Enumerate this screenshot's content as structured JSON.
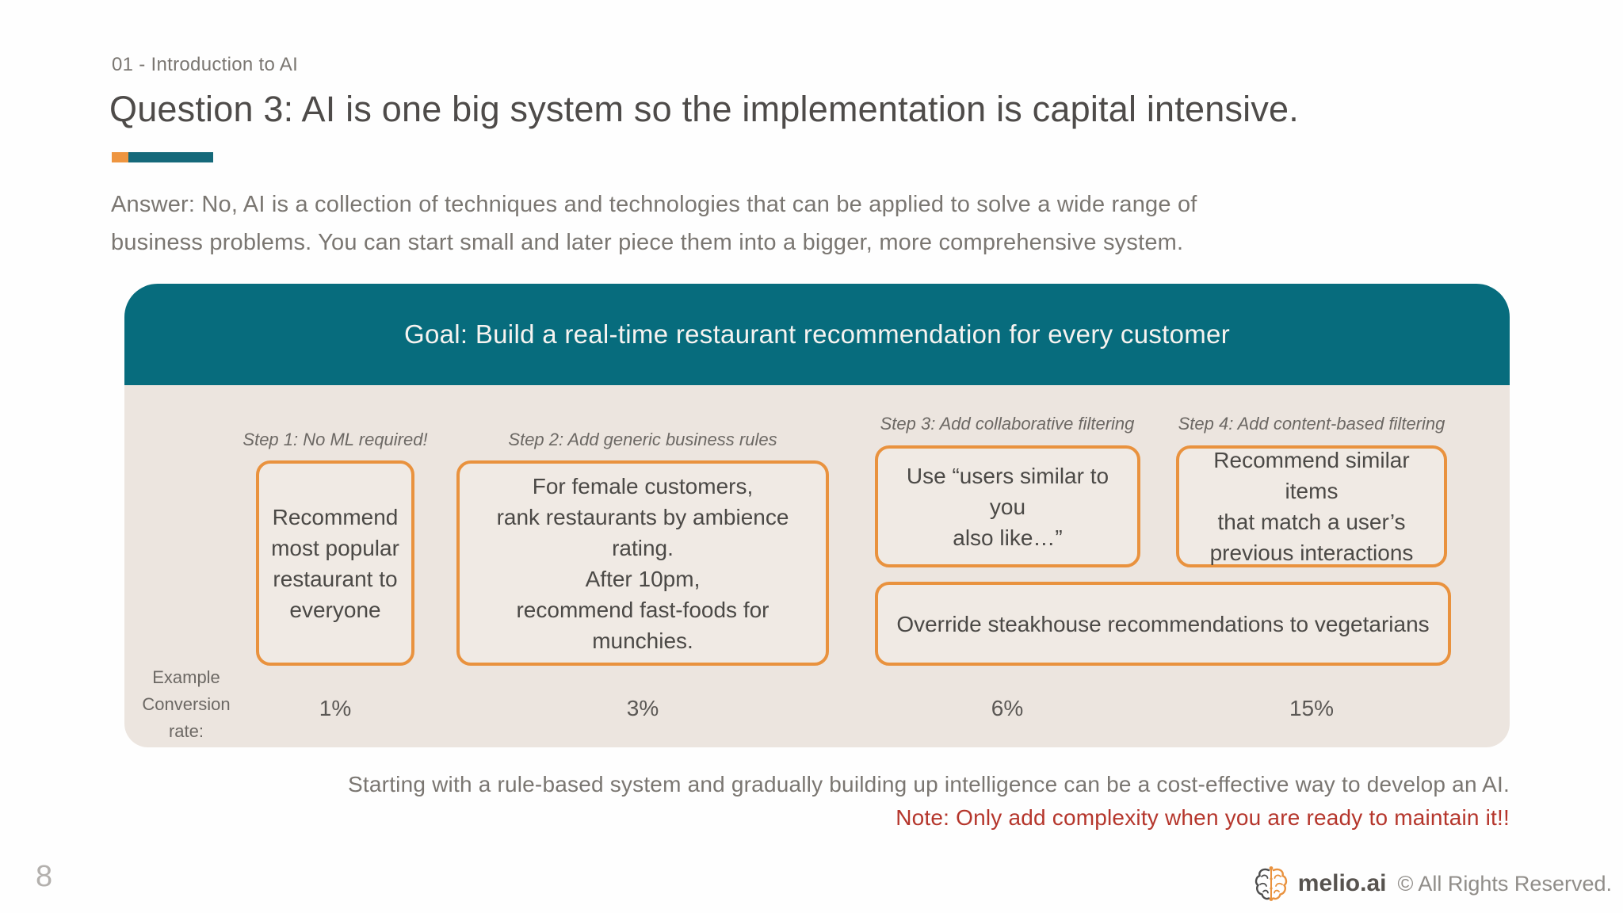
{
  "slide": {
    "breadcrumb": "01 - Introduction to AI",
    "title": "Question 3: AI is one big system so the implementation is capital intensive.",
    "answer": "Answer: No, AI is a collection of techniques and technologies that can be applied to solve a wide range of\nbusiness problems. You can start small and later piece them into a bigger, more comprehensive system.",
    "page_number": "8"
  },
  "diagram": {
    "goal": "Goal: Build a real-time restaurant recommendation for every customer",
    "rate_label": "Example\nConversion\nrate:",
    "steps": [
      {
        "label": "Step 1: No ML required!",
        "box_text": "Recommend\nmost popular\nrestaurant to\neveryone",
        "rate": "1%"
      },
      {
        "label": "Step 2: Add generic business rules",
        "box_text": "For female customers,\nrank restaurants by ambience rating.\nAfter 10pm,\nrecommend fast-foods for munchies.",
        "rate": "3%"
      },
      {
        "label": "Step 3: Add collaborative filtering",
        "box_text": "Use “users similar to you\nalso like…”",
        "rate": "6%"
      },
      {
        "label": "Step 4: Add content-based filtering",
        "box_text": "Recommend similar items\nthat match a user’s\nprevious interactions",
        "rate": "15%"
      }
    ],
    "override_box": "Override steakhouse recommendations to vegetarians"
  },
  "footer": {
    "line1": "Starting with a rule-based system and gradually building up intelligence can be a cost-effective way to develop an AI.",
    "note": "Note: Only add complexity when you are ready to maintain it!!",
    "brand": "melio.ai",
    "rights": "© All Rights Reserved."
  },
  "colors": {
    "teal": "#076c7d",
    "orange": "#e9923e",
    "accent_orange": "#ee9540",
    "body_beige": "#ece5df",
    "note_red": "#b5362c"
  }
}
